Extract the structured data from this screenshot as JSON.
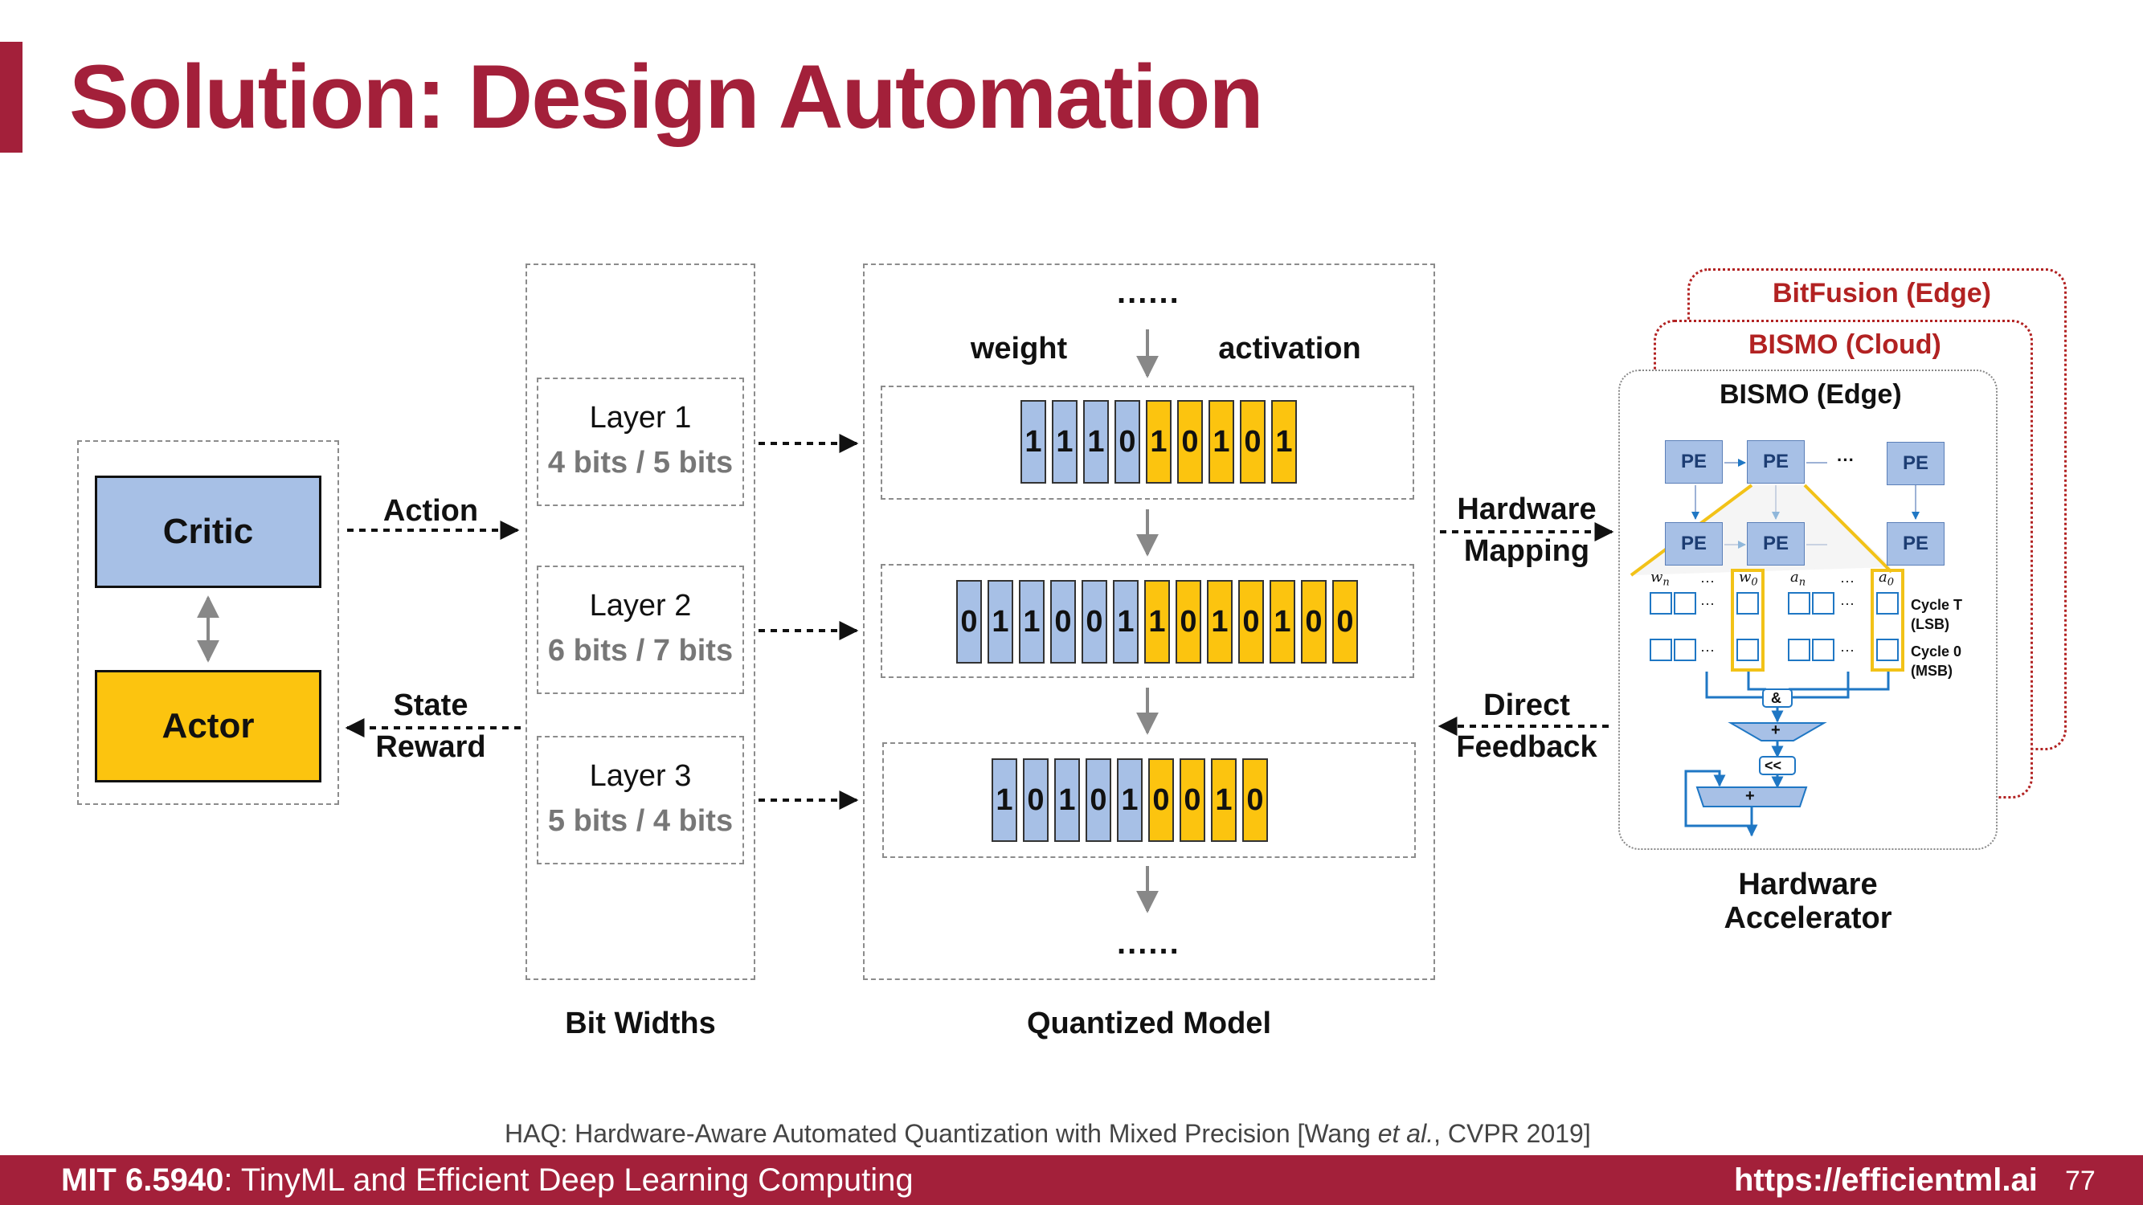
{
  "slide": {
    "title": "Solution: Design Automation",
    "citation_prefix": "HAQ: Hardware-Aware Automated Quantization with Mixed Precision [Wang ",
    "citation_etal": "et al.",
    "citation_suffix": ", CVPR 2019]",
    "page_number": "77"
  },
  "footer": {
    "course_code": "MIT 6.5940",
    "course_name": ": TinyML and Efficient Deep Learning Computing",
    "url": "https://efficientml.ai"
  },
  "agent": {
    "critic": "Critic",
    "actor": "Actor",
    "action_label": "Action",
    "state_label": "State",
    "reward_label": "Reward"
  },
  "bit_widths": {
    "caption": "Bit Widths",
    "layers": [
      {
        "name": "Layer 1",
        "bits": "4 bits / 5 bits"
      },
      {
        "name": "Layer 2",
        "bits": "6 bits / 7 bits"
      },
      {
        "name": "Layer 3",
        "bits": "5 bits / 4 bits"
      }
    ]
  },
  "quantized_model": {
    "caption": "Quantized Model",
    "weight_label": "weight",
    "activation_label": "activation",
    "ellipsis": "......",
    "rows": [
      {
        "weight_bits": [
          "1",
          "1",
          "1",
          "0"
        ],
        "activation_bits": [
          "1",
          "0",
          "1",
          "0",
          "1"
        ]
      },
      {
        "weight_bits": [
          "0",
          "1",
          "1",
          "0",
          "0",
          "1"
        ],
        "activation_bits": [
          "1",
          "0",
          "1",
          "0",
          "1",
          "0",
          "0"
        ]
      },
      {
        "weight_bits": [
          "1",
          "0",
          "1",
          "0",
          "1"
        ],
        "activation_bits": [
          "0",
          "0",
          "1",
          "0"
        ]
      }
    ]
  },
  "links": {
    "hardware_mapping_1": "Hardware",
    "hardware_mapping_2": "Mapping",
    "direct_feedback_1": "Direct",
    "direct_feedback_2": "Feedback"
  },
  "accelerator": {
    "caption_1": "Hardware",
    "caption_2": "Accelerator",
    "card_titles": [
      "BitFusion (Edge)",
      "BISMO (Cloud)",
      "BISMO (Edge)"
    ],
    "pe_label": "PE",
    "cycle_t": "Cycle T",
    "lsb": "(LSB)",
    "cycle_0": "Cycle 0",
    "msb": "(MSB)",
    "and_op": "&",
    "plus_op": "+",
    "shift_op": "<<",
    "dots": "···",
    "w_n": "w",
    "w_0": "w",
    "a_n": "a",
    "a_0": "a",
    "sub_n": "n",
    "sub_0": "0"
  },
  "colors": {
    "brand_red": "#a3203a",
    "weight_blue": "#a7c0e6",
    "activation_yellow": "#fcc40f",
    "hw_red": "#b22222",
    "diagram_blue": "#1f77c4"
  }
}
